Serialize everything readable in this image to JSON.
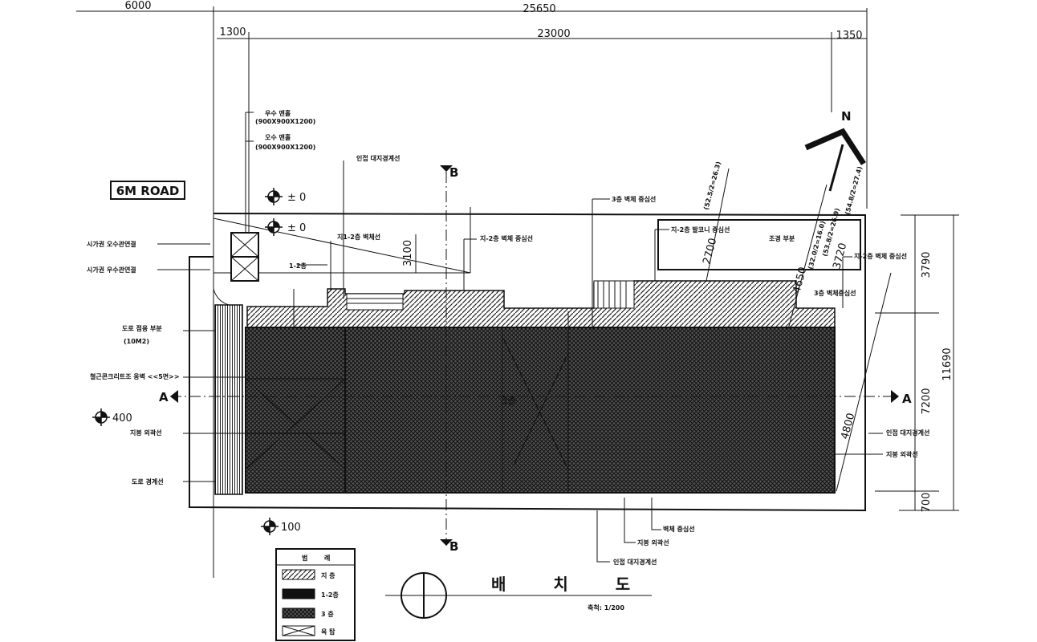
{
  "dimensions": {
    "top_left": "6000",
    "top_total": "25650",
    "sub_left": "1300",
    "sub_middle": "23000",
    "sub_right": "1350",
    "right_total": "11690",
    "right_top": "3790",
    "right_middle": "7200",
    "right_bottom": "700",
    "inner_3100": "3100",
    "inner_2700": "2700",
    "inner_4650": "4650",
    "inner_3720": "3720",
    "inner_4800": "4800"
  },
  "road_label": "6M ROAD",
  "north_label": "N",
  "section_marks": {
    "a": "A",
    "b": "B"
  },
  "levels": {
    "pm0_a": "± 0",
    "pm0_b": "± 0",
    "l400": "400",
    "l100": "100"
  },
  "notes": {
    "rain_1": "우수 맨홀",
    "rain_1_size": "(900X900X1200)",
    "rain_2": "오수 맨홀",
    "rain_2_size": "(900X900X1200)",
    "left_1": "시가권 오수관연결",
    "left_2": "시가권 우수관연결",
    "left_3": "도로 점용 부분",
    "left_3b": "(10M2)",
    "left_4": "철근콘크리트조 옹벽 <<5면>>",
    "left_5": "지붕 외곽선",
    "left_6": "도로 경계선",
    "top_1": "인접 대지경계선",
    "top_2": "지1-2층 벽체선",
    "top_3": "지-2층 벽체 중심선",
    "top_4": "3층 벽체 중심선",
    "top_5": "지-2층 발코니 중심선",
    "top_6": "조경 부분",
    "top_7": "지-2층 벽체 중심선",
    "top_8": "3층 벽체중심선",
    "right_1": "인접 대지경계선",
    "right_2": "지붕 외곽선",
    "bottom_1": "벽체 중심선",
    "bottom_2": "지붕 외곽선",
    "bottom_3": "인접 대지경계선",
    "inner_1": "1-2층",
    "inner_2": "3층",
    "diag_1": "(52.5/2=26.3)",
    "diag_2": "(32.0/2=16.0)",
    "diag_3": "(54.8/2=27.4)",
    "diag_4": "(53.8/2=26.9)"
  },
  "legend": {
    "header_a": "범",
    "header_b": "례",
    "items": [
      {
        "key": "hatch",
        "label": "지 층"
      },
      {
        "key": "black",
        "label": "1-2층"
      },
      {
        "key": "dense",
        "label": "3 층"
      },
      {
        "key": "cross",
        "label": "옥 탑"
      }
    ]
  },
  "title": {
    "text": "배 치 도",
    "scale": "축척: 1/200"
  }
}
